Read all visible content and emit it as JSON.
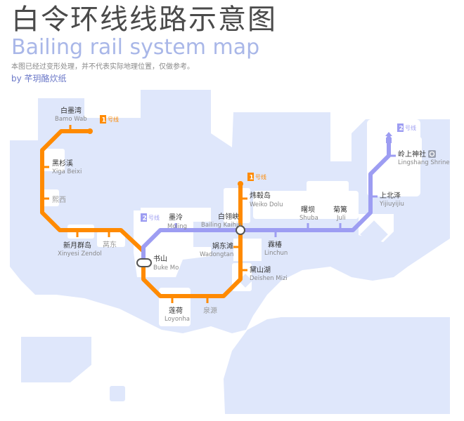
{
  "header": {
    "title_cn": "白令环线线路示意图",
    "title_en": "Bailing rail system map",
    "note": "本图已经过变形处理，并不代表实际地理位置，仅做参考。",
    "author": "by 芊玥酪炊纸"
  },
  "colors": {
    "line1": "#ff8a00",
    "line2": "#9d9df2",
    "land": "#dfe7fb",
    "water": "#ffffff"
  },
  "lines": {
    "line1": {
      "number": "1",
      "name": "号线"
    },
    "line2": {
      "number": "2",
      "name": "号线"
    }
  },
  "stations": {
    "baimo": {
      "cn": "白墨湾",
      "en": "Bamo Wab"
    },
    "heishan": {
      "cn": "黑杉溪",
      "en": "Xiga Beixi"
    },
    "xixi": {
      "cn": "熙西",
      "en": ""
    },
    "xinyue": {
      "cn": "新月群岛",
      "en": "Xinyesi Zendol"
    },
    "wandong": {
      "cn": "莴东",
      "en": ""
    },
    "shushan": {
      "cn": "书山",
      "en": "Buke Mo"
    },
    "lianhe": {
      "cn": "莲荷",
      "en": "Loyonha"
    },
    "quanyuan": {
      "cn": "泉源",
      "en": ""
    },
    "moling": {
      "cn": "墨泠",
      "en": "Moling"
    },
    "bailing": {
      "cn": "白翎峡",
      "en": "Bailing Kaihio"
    },
    "weijiu": {
      "cn": "炜毂岛",
      "en": "Weiko Dolu"
    },
    "wodong": {
      "cn": "娲东滩",
      "en": "Wadongtan"
    },
    "daishan": {
      "cn": "黛山湖",
      "en": "Deishen Mizi"
    },
    "linchun": {
      "cn": "霖椿",
      "en": "Linchun"
    },
    "shuba": {
      "cn": "曙坝",
      "en": "Shuba"
    },
    "juli": {
      "cn": "菊篱",
      "en": "Juli"
    },
    "shangbei": {
      "cn": "上北泽",
      "en": "Yijiuyijiu"
    },
    "lingshang": {
      "cn": "岭上神社",
      "en": "Lingshang Shrine"
    }
  }
}
